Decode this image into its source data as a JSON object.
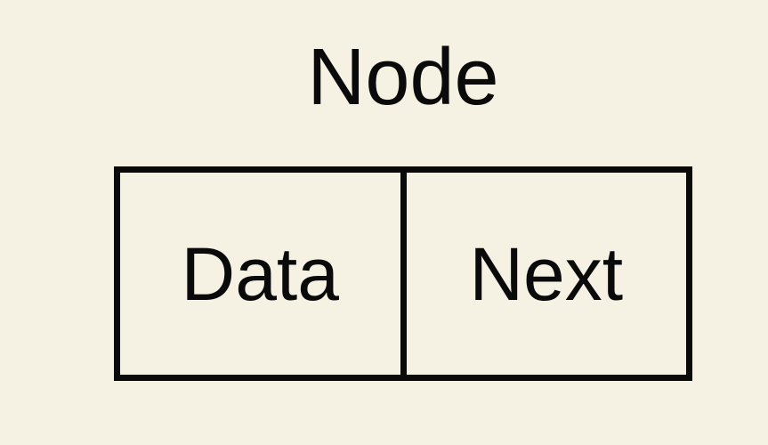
{
  "diagram": {
    "title": "Node",
    "cells": [
      {
        "label": "Data"
      },
      {
        "label": "Next"
      }
    ],
    "colors": {
      "background": "#f5f2e3",
      "stroke": "#0a0a0a",
      "text": "#0a0a0a"
    }
  }
}
